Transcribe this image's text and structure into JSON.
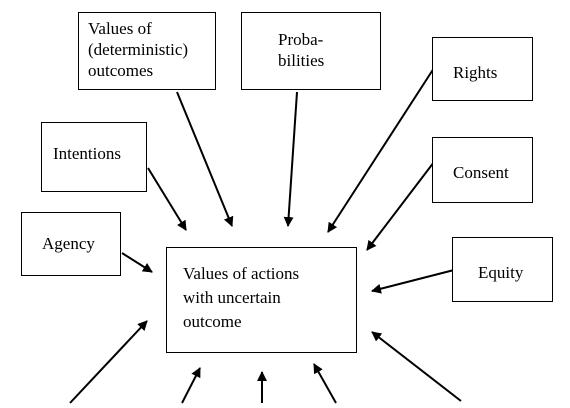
{
  "diagram": {
    "center": "Values of actions\nwith uncertain\noutcome",
    "nodes": {
      "values_outcomes": "Values of\n(deterministic)\noutcomes",
      "probabilities": "Proba-\nbilities",
      "rights": "Rights",
      "intentions": "Intentions",
      "consent": "Consent",
      "agency": "Agency",
      "equity": "Equity"
    }
  }
}
